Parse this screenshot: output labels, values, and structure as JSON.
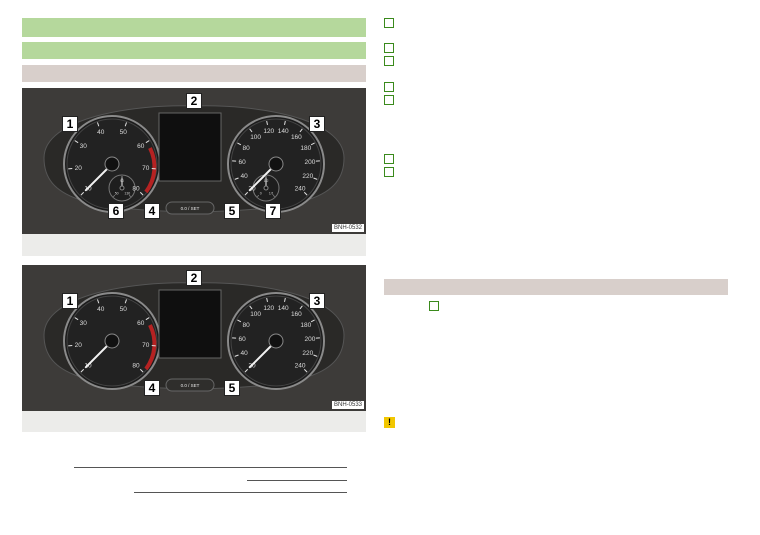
{
  "bands": {
    "top_green_1": "",
    "top_green_2": "",
    "top_gray": "",
    "right_gray": ""
  },
  "figure1": {
    "callouts": [
      "1",
      "2",
      "3",
      "4",
      "5",
      "6",
      "7"
    ],
    "image_code": "BNH-0532",
    "button_label": "0.0 / SET",
    "speedo_ticks": [
      "20",
      "40",
      "60",
      "80",
      "100",
      "120",
      "140",
      "160",
      "180",
      "200",
      "220",
      "240"
    ],
    "speedo_unit": "km/h",
    "tacho_ticks": [
      "10",
      "20",
      "30",
      "40",
      "50",
      "60",
      "70",
      "80"
    ],
    "tacho_unit": "1/min x 100",
    "coolant_ticks": [
      "50",
      "90",
      "130"
    ],
    "fuel_ticks": [
      "0",
      "1/2",
      "1/1"
    ]
  },
  "figure2": {
    "callouts": [
      "1",
      "2",
      "3",
      "4",
      "5"
    ],
    "image_code": "BNH-0533",
    "button_label": "0.0 / SET"
  },
  "warning_icon": "!",
  "colors": {
    "green_band": "#b5d89c",
    "gray_band": "#d8cfcb",
    "panel": "#3d3b39",
    "square_border": "#3a8a1c",
    "warning": "#f2c700"
  }
}
